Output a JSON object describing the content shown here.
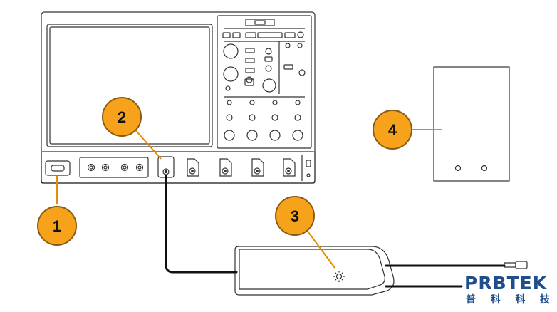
{
  "callouts": [
    {
      "id": "1",
      "label": "1"
    },
    {
      "id": "2",
      "label": "2"
    },
    {
      "id": "3",
      "label": "3"
    },
    {
      "id": "4",
      "label": "4"
    }
  ],
  "logo": {
    "main": "PRBTEK",
    "sub": [
      "普",
      "科",
      "科",
      "技"
    ]
  },
  "colors": {
    "callout_fill": "#f7a21b",
    "callout_stroke": "#8a5a10",
    "outline": "#333333",
    "cable": "#111111",
    "logo": "#1f4e8c"
  }
}
